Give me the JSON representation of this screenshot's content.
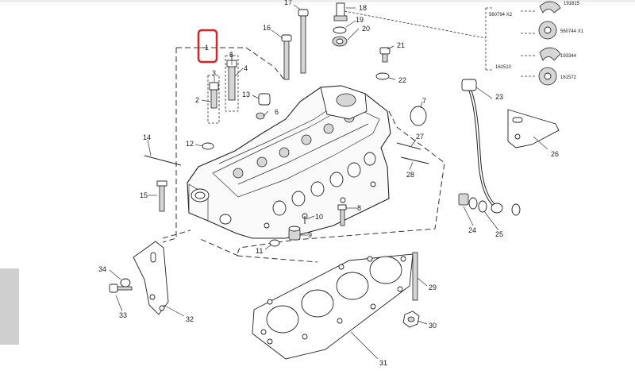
{
  "diagram": {
    "parts": [
      {
        "num": "1",
        "highlighted": true
      },
      {
        "num": "2"
      },
      {
        "num": "3"
      },
      {
        "num": "4"
      },
      {
        "num": "5"
      },
      {
        "num": "6"
      },
      {
        "num": "7"
      },
      {
        "num": "8"
      },
      {
        "num": "9"
      },
      {
        "num": "10"
      },
      {
        "num": "11"
      },
      {
        "num": "12"
      },
      {
        "num": "13"
      },
      {
        "num": "14"
      },
      {
        "num": "15"
      },
      {
        "num": "16"
      },
      {
        "num": "17"
      },
      {
        "num": "18"
      },
      {
        "num": "19"
      },
      {
        "num": "20"
      },
      {
        "num": "21"
      },
      {
        "num": "22"
      },
      {
        "num": "23"
      },
      {
        "num": "24"
      },
      {
        "num": "25"
      },
      {
        "num": "26"
      },
      {
        "num": "27"
      },
      {
        "num": "28"
      },
      {
        "num": "29"
      },
      {
        "num": "30"
      },
      {
        "num": "31"
      },
      {
        "num": "32"
      },
      {
        "num": "33"
      },
      {
        "num": "34"
      }
    ],
    "references": {
      "r1": "191615",
      "r2": "560794 X2",
      "r3": "560744 X1",
      "r4": "193344",
      "r5": "161510",
      "r6": "161572"
    },
    "highlight_color": "#d8232a"
  }
}
